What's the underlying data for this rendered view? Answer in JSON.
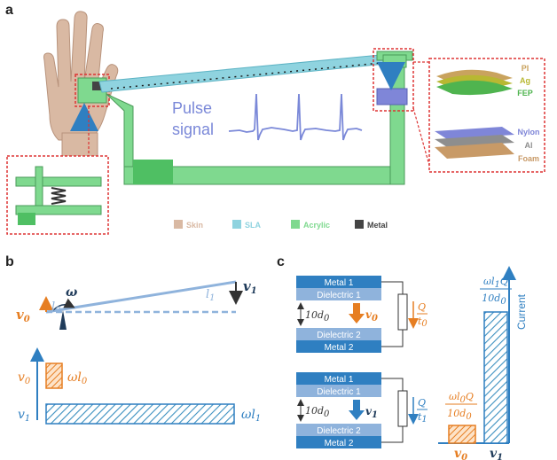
{
  "panels": {
    "a": "a",
    "b": "b",
    "c": "c"
  },
  "panel_a": {
    "signal_label_1": "Pulse",
    "signal_label_2": "signal",
    "layers_top": [
      "PI",
      "Ag",
      "FEP"
    ],
    "layers_bottom": [
      "Nylon",
      "Al",
      "Foam"
    ],
    "legend": [
      "Skin",
      "SLA",
      "Acrylic",
      "Metal"
    ],
    "colors": {
      "skin": "#d9b9a3",
      "sla": "#8fd3df",
      "acrylic": "#7fd98f",
      "metal": "#444444",
      "pi": "#c9a35e",
      "ag": "#b8b832",
      "fep": "#4fb44f",
      "nylon": "#7f86d8",
      "al": "#8e8e8e",
      "foam": "#c89a67",
      "signal": "#7a88d8",
      "dashed_box": "#d33"
    }
  },
  "panel_b": {
    "omega": "ω",
    "l0": "l",
    "l0_sub": "0",
    "l1": "l",
    "l1_sub": "1",
    "v0": "v",
    "v0_sub": "0",
    "v1": "v",
    "v1_sub": "1",
    "bar_v0_label": "ωl",
    "bar_v0_sub": "0",
    "bar_v1_label": "ωl",
    "bar_v1_sub": "1",
    "axis_v0": "v",
    "axis_v0_sub": "0",
    "axis_v1": "v",
    "axis_v1_sub": "1",
    "colors": {
      "orange": "#e67e22",
      "blue": "#2f7fc1",
      "beam": "#8fb3dc"
    }
  },
  "panel_c": {
    "stack_top": {
      "layers": [
        "Metal 1",
        "Dielectric 1",
        "Dielectric 2",
        "Metal 2"
      ],
      "gap": "10d",
      "gap_sub": "0",
      "velocity": "v",
      "velocity_sub": "0",
      "current_num": "Q",
      "current_den": "t",
      "current_den_sub": "0"
    },
    "stack_bottom": {
      "layers": [
        "Metal 1",
        "Dielectric 1",
        "Dielectric 2",
        "Metal 2"
      ],
      "gap": "10d",
      "gap_sub": "0",
      "velocity": "v",
      "velocity_sub": "1",
      "current_num": "Q",
      "current_den": "t",
      "current_den_sub": "1"
    },
    "y_axis_label": "Current",
    "bar_small_num": "ωl",
    "bar_small_num_sub": "0",
    "bar_small_num_tail": "Q",
    "bar_small_den": "10d",
    "bar_small_den_sub": "0",
    "bar_big_num": "ωl",
    "bar_big_num_sub": "1",
    "bar_big_num_tail": "Q",
    "bar_big_den": "10d",
    "bar_big_den_sub": "0",
    "x_v0": "v",
    "x_v0_sub": "0",
    "x_v1": "v",
    "x_v1_sub": "1",
    "colors": {
      "metal": "#2f7fc1",
      "dielectric": "#8fb3dc",
      "orange": "#e67e22",
      "blue": "#2f7fc1"
    }
  }
}
